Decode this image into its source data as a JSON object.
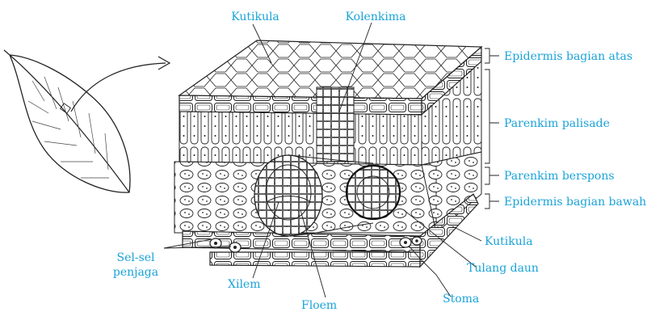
{
  "diagram": {
    "label_color": "#1aa3d8",
    "line_color": "#111111",
    "labels": {
      "kutikula_top": "Kutikula",
      "kolenkima": "Kolenkima",
      "epidermis_atas": "Epidermis bagian atas",
      "parenkim_palisade": "Parenkim palisade",
      "parenkim_berspons": "Parenkim berspons",
      "epidermis_bawah": "Epidermis bagian bawah",
      "kutikula_bottom": "Kutikula",
      "tulang_daun": "Tulang daun",
      "stoma": "Stoma",
      "floem": "Floem",
      "xilem": "Xilem",
      "sel_sel_penjaga_line1": "Sel-sel",
      "sel_sel_penjaga_line2": "penjaga"
    },
    "icons": {
      "leaf": "leaf-icon",
      "arrow": "curved-arrow-icon"
    }
  }
}
